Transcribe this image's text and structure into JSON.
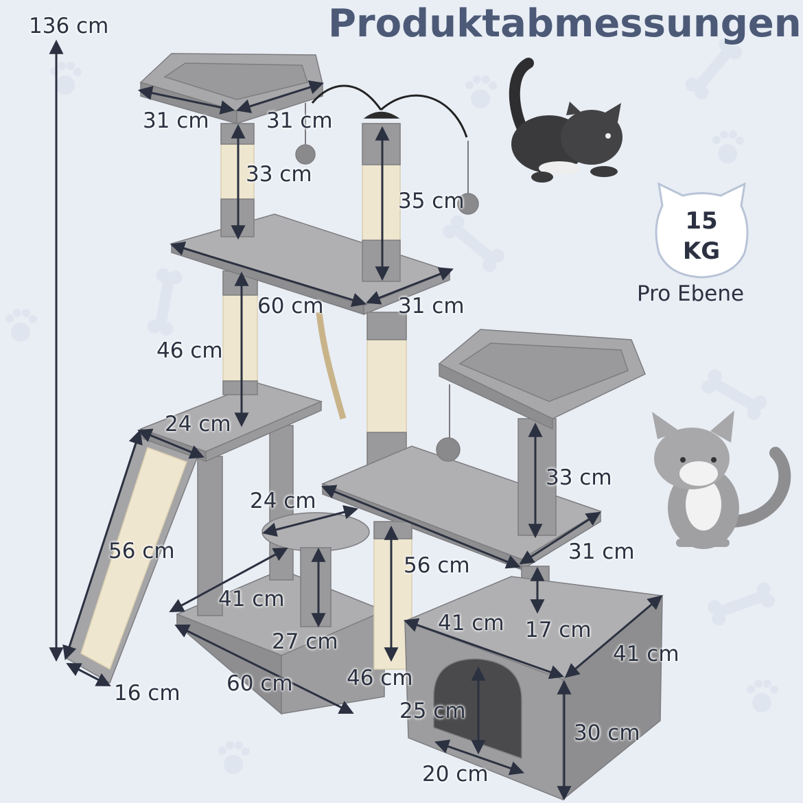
{
  "title": "Produktabmessungen",
  "capacity": {
    "value": "15",
    "unit": "KG",
    "caption": "Pro Ebene"
  },
  "dimensions": {
    "total_height": "136 cm",
    "top_bed_left": "31 cm",
    "top_bed_right": "31 cm",
    "top_post": "33 cm",
    "toy_post": "35 cm",
    "upper_platform_length": "60 cm",
    "upper_platform_depth": "31 cm",
    "middle_post": "46 cm",
    "left_step": "24 cm",
    "ramp_length": "56 cm",
    "round_step": "24 cm",
    "right_bed_post": "33 cm",
    "right_platform_length": "56 cm",
    "right_platform_depth": "31 cm",
    "base_diag": "41 cm",
    "round_post": "27 cm",
    "right_short_post": "17 cm",
    "box_width": "41 cm",
    "box_depth": "41 cm",
    "ramp_width": "16 cm",
    "base_length": "60 cm",
    "front_post": "46 cm",
    "door_height": "25 cm",
    "box_height": "30 cm",
    "door_width": "20 cm"
  },
  "colors": {
    "background": "#e9eef5",
    "title": "#4c5a77",
    "plush": "#9a9a9c",
    "sisal": "#efe6cf"
  }
}
